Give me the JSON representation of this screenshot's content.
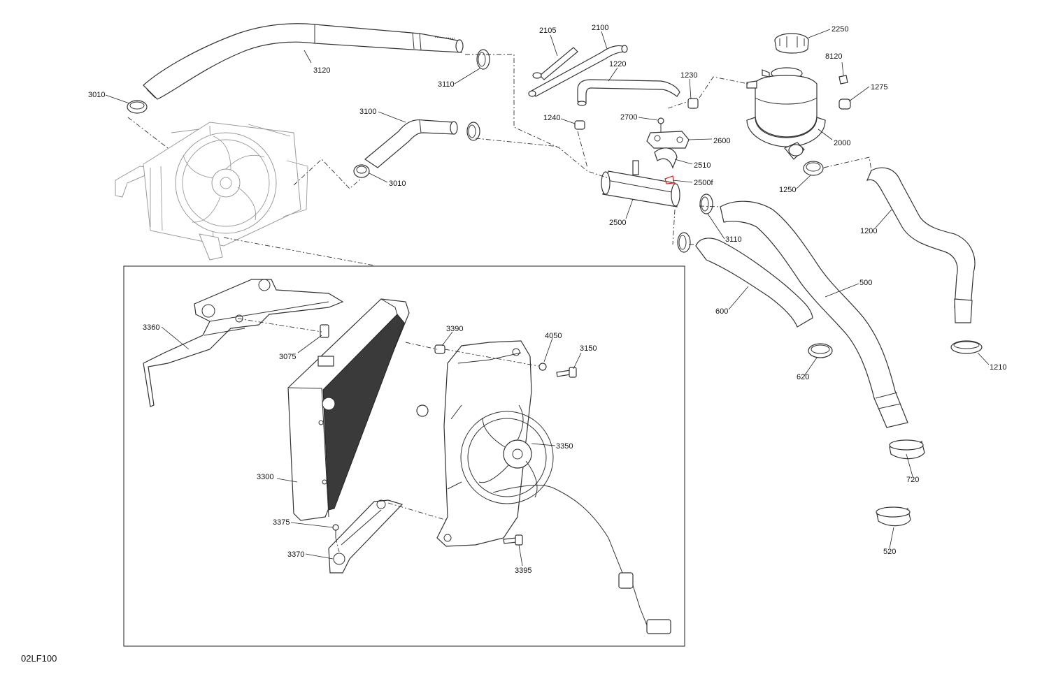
{
  "figure_code": "02LF100",
  "labels": [
    {
      "id": "3120",
      "text": "3120"
    },
    {
      "id": "3010a",
      "text": "3010"
    },
    {
      "id": "3110a",
      "text": "3110"
    },
    {
      "id": "3100",
      "text": "3100"
    },
    {
      "id": "3010b",
      "text": "3010"
    },
    {
      "id": "2105",
      "text": "2105"
    },
    {
      "id": "2100",
      "text": "2100"
    },
    {
      "id": "1220",
      "text": "1220"
    },
    {
      "id": "1230",
      "text": "1230"
    },
    {
      "id": "1240",
      "text": "1240"
    },
    {
      "id": "2700",
      "text": "2700"
    },
    {
      "id": "2600",
      "text": "2600"
    },
    {
      "id": "2510",
      "text": "2510"
    },
    {
      "id": "2500f",
      "text": "2500f"
    },
    {
      "id": "2500",
      "text": "2500"
    },
    {
      "id": "2250",
      "text": "2250"
    },
    {
      "id": "8120",
      "text": "8120"
    },
    {
      "id": "1275",
      "text": "1275"
    },
    {
      "id": "2000",
      "text": "2000"
    },
    {
      "id": "1250",
      "text": "1250"
    },
    {
      "id": "1200",
      "text": "1200"
    },
    {
      "id": "3110b",
      "text": "3110"
    },
    {
      "id": "500",
      "text": "500"
    },
    {
      "id": "600",
      "text": "600"
    },
    {
      "id": "620",
      "text": "620"
    },
    {
      "id": "1210",
      "text": "1210"
    },
    {
      "id": "720",
      "text": "720"
    },
    {
      "id": "520",
      "text": "520"
    },
    {
      "id": "3360",
      "text": "3360"
    },
    {
      "id": "3075",
      "text": "3075"
    },
    {
      "id": "3390",
      "text": "3390"
    },
    {
      "id": "4050",
      "text": "4050"
    },
    {
      "id": "3150",
      "text": "3150"
    },
    {
      "id": "3350",
      "text": "3350"
    },
    {
      "id": "3300",
      "text": "3300"
    },
    {
      "id": "3375",
      "text": "3375"
    },
    {
      "id": "3370",
      "text": "3370"
    },
    {
      "id": "3395",
      "text": "3395"
    }
  ],
  "colors": {
    "line": "#333333",
    "ghost": "#9a9a9a",
    "core": "#3a3a3a",
    "highlight": "#e02020"
  }
}
